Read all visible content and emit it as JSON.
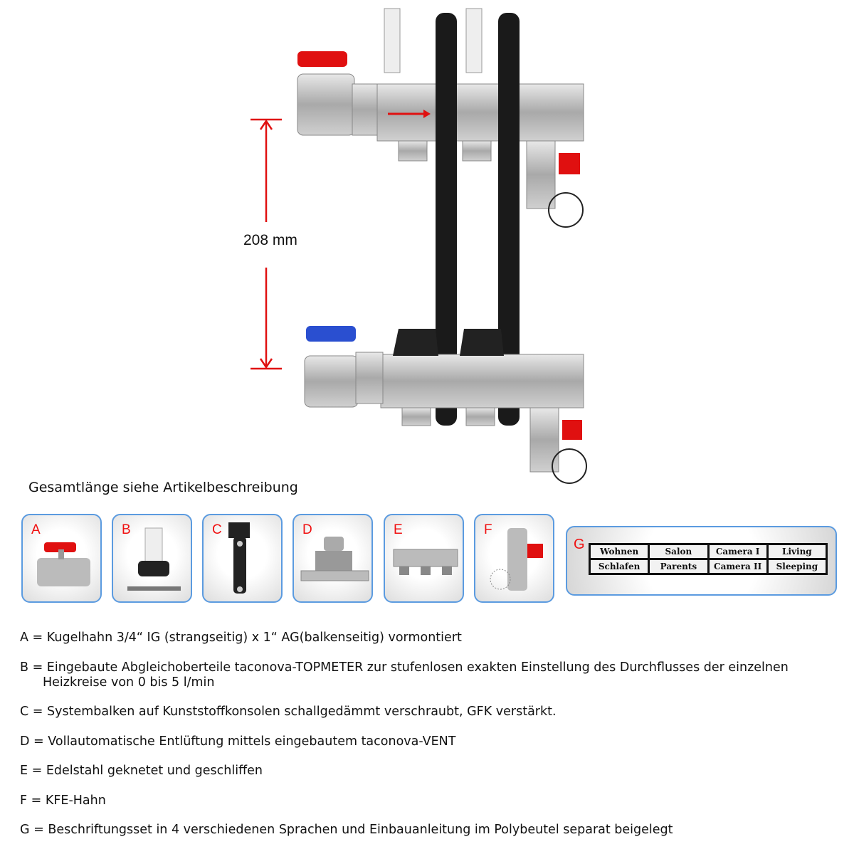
{
  "dimension_label": "208 mm",
  "subtitle": "Gesamtlänge siehe Artikelbeschreibung",
  "thumbnails": [
    {
      "letter": "A",
      "icon": "ball-valve-red"
    },
    {
      "letter": "B",
      "icon": "flow-meter"
    },
    {
      "letter": "C",
      "icon": "bracket"
    },
    {
      "letter": "D",
      "icon": "air-vent"
    },
    {
      "letter": "E",
      "icon": "stainless-bar"
    },
    {
      "letter": "F",
      "icon": "drain-valve"
    }
  ],
  "label_set": {
    "letter": "G",
    "labels": [
      "Wohnen",
      "Salon",
      "Camera I",
      "Living",
      "Schlafen",
      "Parents",
      "Camera II",
      "Sleeping"
    ]
  },
  "descriptions": [
    {
      "line1": "A = Kugelhahn 3/4“ IG (strangseitig) x 1“ AG(balkenseitig) vormontiert"
    },
    {
      "line1": "B = Eingebaute Abgleichoberteile taconova-TOPMETER zur stufenlosen exakten Einstellung des Durchflusses der einzelnen",
      "line2": "Heizkreise von 0 bis 5 l/min"
    },
    {
      "line1": "C = Systembalken auf Kunststoffkonsolen schallgedämmt verschraubt, GFK verstärkt."
    },
    {
      "line1": "D = Vollautomatische Entlüftung mittels eingebautem taconova-VENT"
    },
    {
      "line1": "E = Edelstahl geknetet und geschliffen"
    },
    {
      "line1": "F = KFE-Hahn"
    },
    {
      "line1": "G = Beschriftungsset in 4 verschiedenen Sprachen und Einbauanleitung im Polybeutel separat beigelegt"
    }
  ],
  "colors": {
    "accent_red": "#e81010",
    "valve_blue": "#2a4fd0",
    "frame_blue": "#5b9be0"
  }
}
